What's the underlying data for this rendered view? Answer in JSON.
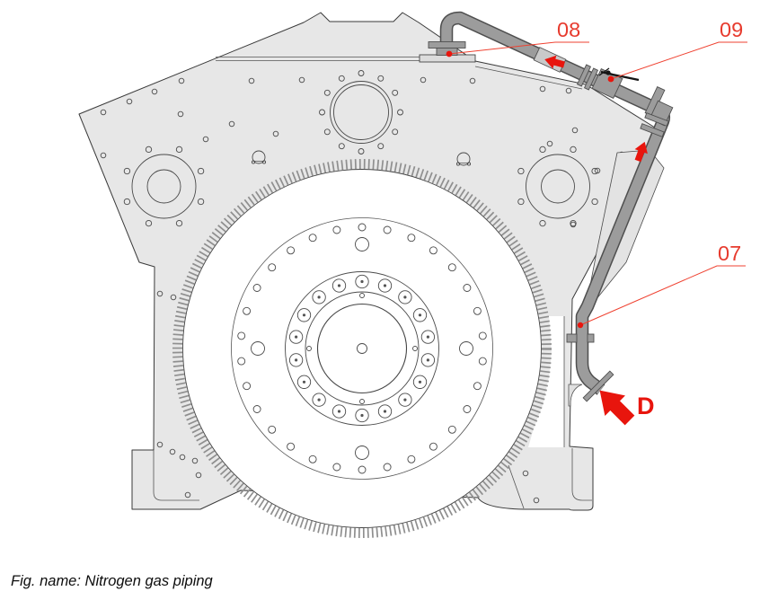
{
  "figure": {
    "caption": "Fig. name: Nitrogen gas piping"
  },
  "callouts": {
    "item_08": "08",
    "item_09": "09",
    "item_07": "07",
    "view_d": "D"
  },
  "colors": {
    "background": "#ffffff",
    "block_fill": "#e7e7e7",
    "pipe_fill": "#9c9c9c",
    "pipe_outline": "#4f4f4f",
    "coupling_fill": "#c9c9c9",
    "outline": "#3a3a3a",
    "red_label": "#e73b2e",
    "red_arrow": "#e8150d",
    "leader_line": "#ef4130"
  },
  "icons": {
    "flow_arrow_upper": "flow-direction-arrow-left",
    "flow_arrow_lower": "flow-direction-arrow-up",
    "view_arrow": "view-direction-arrow-d"
  }
}
